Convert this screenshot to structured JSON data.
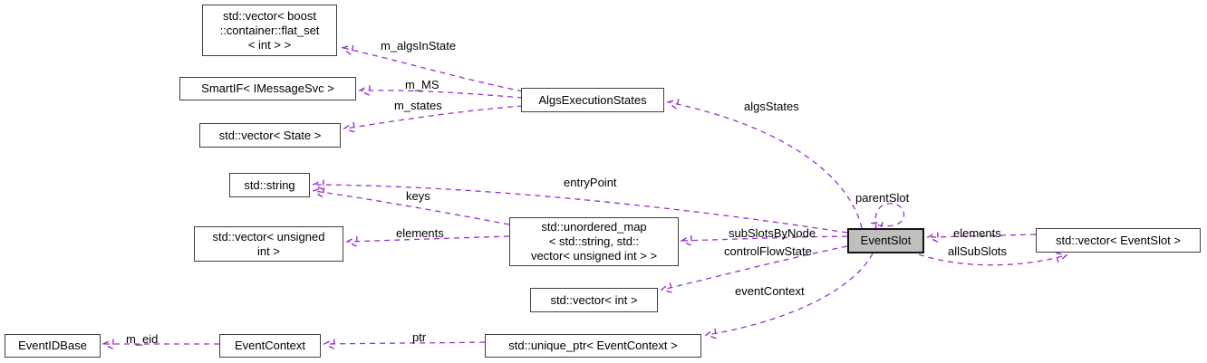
{
  "diagram": {
    "type": "collaboration-graph",
    "focus_node": "EventSlot",
    "nodes": {
      "flatset": {
        "label": "std::vector< boost\n::container::flat_set\n< int > >"
      },
      "smartif": {
        "label": "SmartIF< IMessageSvc >"
      },
      "vecstate": {
        "label": "std::vector< State >"
      },
      "stdstring": {
        "label": "std::string"
      },
      "vecuint": {
        "label": "std::vector< unsigned\nint >"
      },
      "umap": {
        "label": "std::unordered_map\n< std::string, std::\nvector< unsigned int > >"
      },
      "vecint": {
        "label": "std::vector< int >"
      },
      "algs": {
        "label": "AlgsExecutionStates"
      },
      "eventslot": {
        "label": "EventSlot"
      },
      "veceventslot": {
        "label": "std::vector< EventSlot >"
      },
      "eventidbase": {
        "label": "EventIDBase"
      },
      "eventcontext": {
        "label": "EventContext"
      },
      "uniqueptr": {
        "label": "std::unique_ptr< EventContext >"
      }
    },
    "edge_labels": {
      "m_algsInState": "m_algsInState",
      "m_MS": "m_MS",
      "m_states": "m_states",
      "algsStates": "algsStates",
      "entryPoint": "entryPoint",
      "keys": "keys",
      "elements_left": "elements",
      "subSlotsByNode": "subSlotsByNode",
      "controlFlowState": "controlFlowState",
      "parentSlot": "parentSlot",
      "elements_right": "elements",
      "allSubSlots": "allSubSlots",
      "eventContext": "eventContext",
      "ptr": "ptr",
      "m_eid": "m_eid"
    },
    "colors": {
      "edge": "#9932cc",
      "node_border": "#3f3f3f",
      "focus_fill": "#bfbfbf",
      "background": "#ffffff",
      "text": "#000000"
    }
  }
}
